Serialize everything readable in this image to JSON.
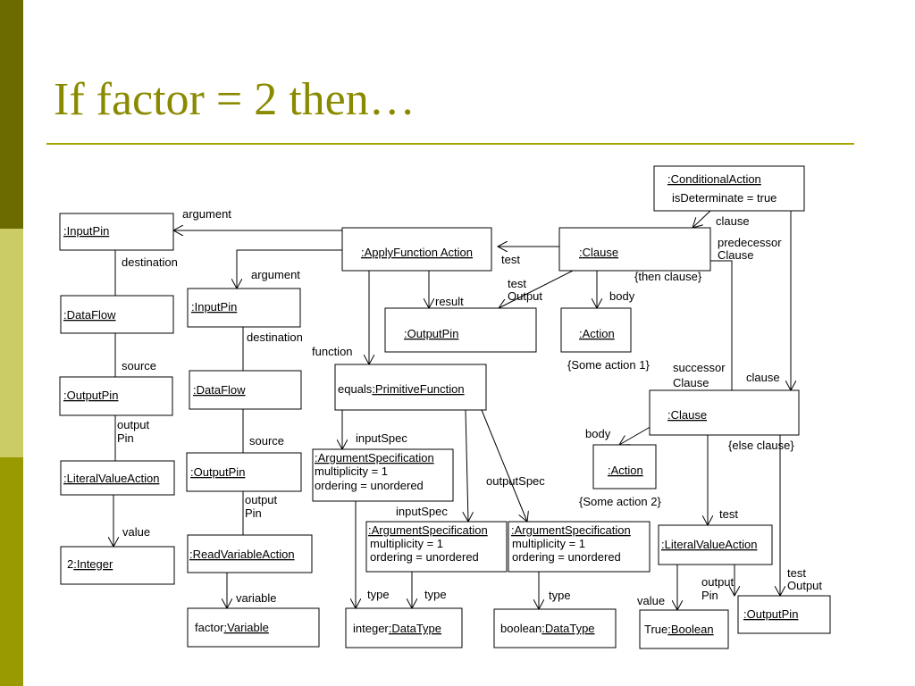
{
  "slide": {
    "title": "If factor = 2 then…",
    "accent_color": "#8a8a00",
    "sidebar_colors": [
      "#6b6b00",
      "#cccc66",
      "#999900"
    ]
  },
  "diagram": {
    "nodes": {
      "conditional_action": {
        "name": ":ConditionalAction",
        "attr1": "isDeterminate = true"
      },
      "input_pin_1": {
        "name": ":InputPin"
      },
      "apply_function_action": {
        "name": ":ApplyFunction Action"
      },
      "clause_then": {
        "name": ":Clause"
      },
      "data_flow_1": {
        "name": ":DataFlow"
      },
      "input_pin_2": {
        "name": ":InputPin"
      },
      "output_pin_result": {
        "name": ":OutputPin"
      },
      "action_1": {
        "name": ":Action"
      },
      "output_pin_1": {
        "name": ":OutputPin"
      },
      "data_flow_2": {
        "name": ":DataFlow"
      },
      "primitive_function": {
        "prefix": "equals",
        "name": ":PrimitiveFunction"
      },
      "clause_else": {
        "name": ":Clause"
      },
      "literal_value_action_1": {
        "name": ":LiteralValueAction"
      },
      "output_pin_2": {
        "name": ":OutputPin"
      },
      "arg_spec_1": {
        "name": ":ArgumentSpecification",
        "attr1": "multiplicity = 1",
        "attr2": "ordering = unordered"
      },
      "action_2": {
        "name": ":Action"
      },
      "arg_spec_2": {
        "name": ":ArgumentSpecification",
        "attr1": "multiplicity = 1",
        "attr2": "ordering = unordered"
      },
      "arg_spec_3": {
        "name": ":ArgumentSpecification",
        "attr1": "multiplicity = 1",
        "attr2": "ordering = unordered"
      },
      "literal_value_action_2": {
        "name": ":LiteralValueAction"
      },
      "integer_literal": {
        "prefix": "2",
        "name": ":Integer"
      },
      "read_variable_action": {
        "name": ":ReadVariableAction"
      },
      "variable": {
        "prefix": "factor",
        "name": ":Variable"
      },
      "integer_datatype": {
        "prefix": "integer",
        "name": ":DataType"
      },
      "boolean_datatype": {
        "prefix": "boolean",
        "name": ":DataType"
      },
      "boolean_literal": {
        "prefix": "True",
        "name": ":Boolean"
      },
      "output_pin_test": {
        "name": ":OutputPin"
      }
    },
    "labels": {
      "argument_1": "argument",
      "destination_1": "destination",
      "argument_2": "argument",
      "source_1": "source",
      "destination_2": "destination",
      "output_pin_1a": "output",
      "output_pin_1b": "Pin",
      "source_2": "source",
      "value_1": "value",
      "output_pin_2a": "output",
      "output_pin_2b": "Pin",
      "variable_label": "variable",
      "test_1": "test",
      "result": "result",
      "test_output_a": "test",
      "test_output_b": "Output",
      "body_1": "body",
      "then_clause": "{then clause}",
      "some_action_1": "{Some action 1}",
      "function": "function",
      "input_spec_1": "inputSpec",
      "input_spec_2": "inputSpec",
      "output_spec": "outputSpec",
      "type_1": "type",
      "type_2": "type",
      "type_3": "type",
      "clause_1": "clause",
      "predecessor_a": "predecessor",
      "predecessor_b": "Clause",
      "successor_a": "successor",
      "successor_b": "Clause",
      "clause_2": "clause",
      "body_2": "body",
      "else_clause": "{else clause}",
      "some_action_2": "{Some action 2}",
      "test_2": "test",
      "output_pin_3a": "output",
      "output_pin_3b": "Pin",
      "value_2": "value",
      "test_output_2a": "test",
      "test_output_2b": "Output"
    }
  }
}
